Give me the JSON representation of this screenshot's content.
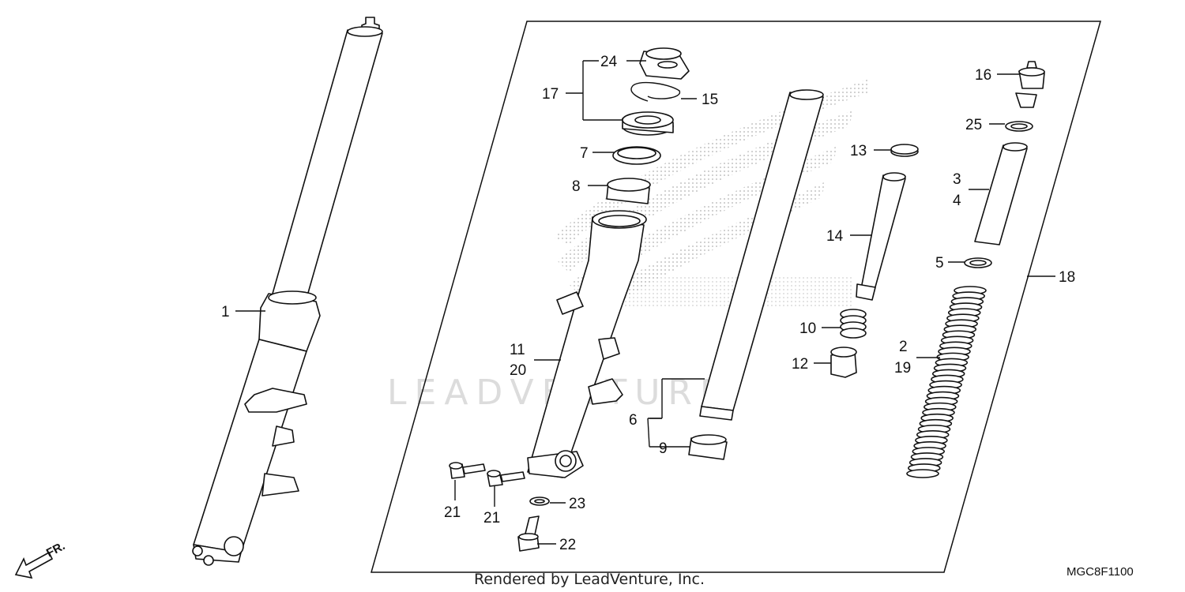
{
  "diagram": {
    "drawing_code": "MGC8F1100",
    "render_credit": "Rendered by LeadVenture, Inc.",
    "watermark": "LEADVENTURE",
    "direction_label": "FR.",
    "callouts": {
      "c1": "1",
      "c2": "2",
      "c19": "19",
      "c3": "3",
      "c4": "4",
      "c5": "5",
      "c6": "6",
      "c7": "7",
      "c8": "8",
      "c9": "9",
      "c10": "10",
      "c11": "11",
      "c20": "20",
      "c12": "12",
      "c13": "13",
      "c14": "14",
      "c15": "15",
      "c16": "16",
      "c17": "17",
      "c18": "18",
      "c21a": "21",
      "c21b": "21",
      "c22": "22",
      "c23": "23",
      "c24": "24",
      "c25": "25"
    }
  },
  "colors": {
    "ink": "#111111",
    "watermark": "#dcdcdc",
    "dots": "#bbbbbb"
  }
}
